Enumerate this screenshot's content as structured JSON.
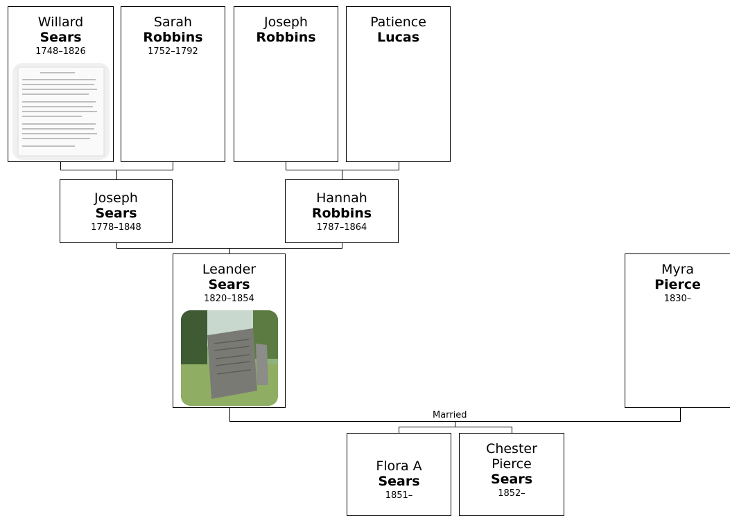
{
  "people": {
    "willard": {
      "first": "Willard",
      "last": "Sears",
      "dates": "1748–1826"
    },
    "sarah": {
      "first": "Sarah",
      "last": "Robbins",
      "dates": "1752–1792"
    },
    "josephR": {
      "first": "Joseph",
      "last": "Robbins"
    },
    "patience": {
      "first": "Patience",
      "last": "Lucas"
    },
    "josephS": {
      "first": "Joseph",
      "last": "Sears",
      "dates": "1778–1848"
    },
    "hannah": {
      "first": "Hannah",
      "last": "Robbins",
      "dates": "1787–1864"
    },
    "leander": {
      "first": "Leander",
      "last": "Sears",
      "dates": "1820–1854"
    },
    "myra": {
      "first": "Myra",
      "last": "Pierce",
      "dates": "1830–"
    },
    "flora": {
      "first": "Flora A",
      "last": "Sears",
      "dates": "1851–"
    },
    "chester": {
      "first": "Chester",
      "middle": "Pierce",
      "last": "Sears",
      "dates": "1852–"
    }
  },
  "relationship_label": "Married",
  "colors": {
    "line": "#000000",
    "box_border": "#000000",
    "background": "#ffffff"
  }
}
